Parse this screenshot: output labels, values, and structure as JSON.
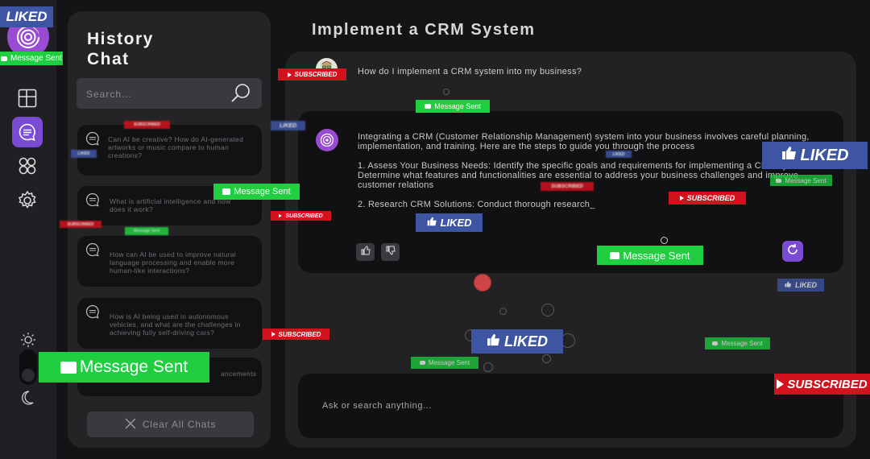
{
  "header": {
    "title": "Implement a CRM System"
  },
  "history": {
    "title_line1": "History",
    "title_line2": "Chat",
    "search_placeholder": "Search...",
    "items": [
      {
        "text": "Can AI be creative? How do AI-generated artworks or music compare to human creations?"
      },
      {
        "text": "What is artificial intelligence and how does it work?"
      },
      {
        "text": "How can AI be used to improve natural language processing and enable more human-like interactions?"
      },
      {
        "text": "How is AI being used in autonomous vehicles, and what are the challenges in achieving fully self-driving cars?"
      },
      {
        "text": "ancements"
      }
    ],
    "clear_label": "Clear All Chats"
  },
  "conversation": {
    "user_question": "How do I implement a CRM system into my business?",
    "answer_paragraphs": [
      "Integrating a CRM (Customer Relationship Management) system into your business involves careful planning, implementation, and training. Here are the steps to guide you through the process",
      "1. Assess Your Business Needs: Identify the specific goals and requirements for implementing a CRM system. Determine what features and functionalities are essential to address your business challenges and improve customer relations",
      "2. Research CRM Solutions: Conduct thorough research_"
    ]
  },
  "composer": {
    "placeholder": "Ask or search anything..."
  },
  "overlay": {
    "liked": "LIKED",
    "message_sent": "Message Sent",
    "subscribed": "SUBSCRIBED"
  },
  "icons": {
    "logo": "spiral-logo-icon",
    "nav": [
      "layout-icon",
      "chat-icon",
      "community-icon",
      "settings-icon"
    ],
    "theme": [
      "sun-icon",
      "moon-icon"
    ]
  },
  "colors": {
    "accent": "#7a4bd3",
    "logo": "#9a4bd3",
    "message_sent": "#1fcf3f",
    "liked": "#3e55a4",
    "subscribed": "#d2121d"
  }
}
